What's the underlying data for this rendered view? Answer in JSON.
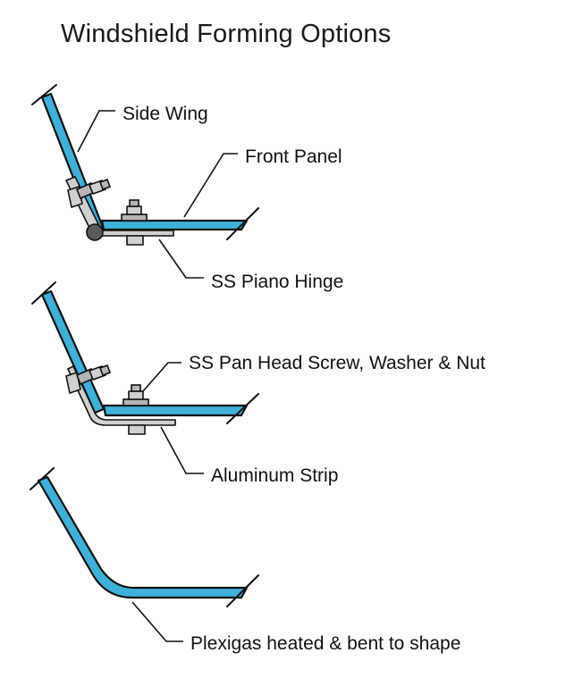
{
  "title": "Windshield Forming Options",
  "labels": {
    "side_wing": "Side Wing",
    "front_panel": "Front Panel",
    "piano_hinge": "SS Piano Hinge",
    "pan_head_screw": "SS Pan Head Screw, Washer & Nut",
    "aluminum_strip": "Aluminum Strip",
    "plexigas_bent": "Plexigas heated & bent to shape"
  },
  "colors": {
    "panel": "#3fb1d8",
    "hardware": "#d0d0d0",
    "outline": "#111111"
  }
}
